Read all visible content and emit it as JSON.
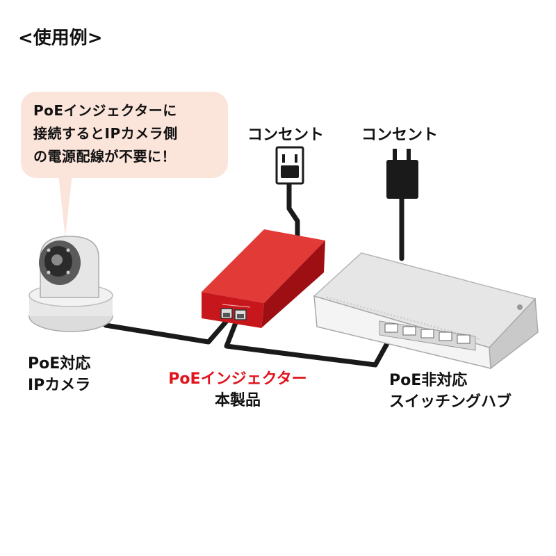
{
  "heading": "<使用例>",
  "bubble": {
    "lines": [
      "PoEインジェクターに",
      "接続するとIPカメラ側",
      "の電源配線が不要に！"
    ]
  },
  "outlets": [
    {
      "label": "コンセント"
    },
    {
      "label": "コンセント"
    }
  ],
  "camera": {
    "lines": [
      "PoE対応",
      "IPカメラ"
    ]
  },
  "injector": {
    "name": "PoEインジェクター",
    "sub": "本製品"
  },
  "switch": {
    "lines": [
      "PoE非対応",
      "スイッチングハブ"
    ]
  },
  "colors": {
    "accent_red": "#e0141c",
    "injector_body": "#c8171c",
    "bubble": "#fbe4da",
    "cable": "#1a1a1a"
  }
}
